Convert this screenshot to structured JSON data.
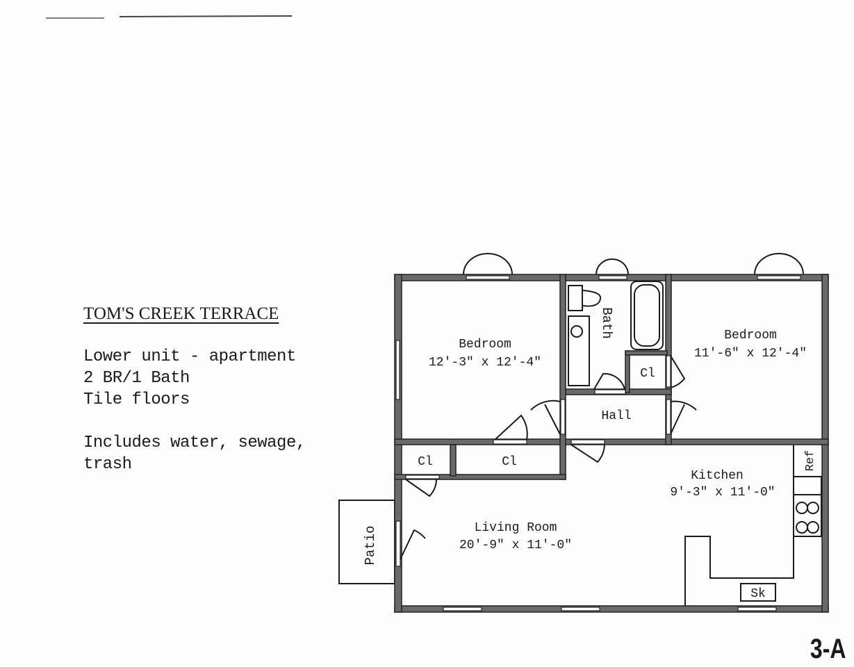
{
  "listing": {
    "title": "TOM'S CREEK TERRACE",
    "lines": [
      "Lower unit - apartment",
      "2 BR/1 Bath",
      "Tile floors"
    ],
    "includes": [
      "Includes water, sewage,",
      "trash"
    ]
  },
  "floor_plan": {
    "bedroom_left": {
      "name": "Bedroom",
      "size": "12'-3\" x 12'-4\""
    },
    "bedroom_right": {
      "name": "Bedroom",
      "size": "11'-6\" x 12'-4\""
    },
    "bath": "Bath",
    "hall": "Hall",
    "closet_label": "Cl",
    "living_room": {
      "name": "Living Room",
      "size": "20'-9\" x 11'-0\""
    },
    "kitchen": {
      "name": "Kitchen",
      "size": "9'-3\" x 11'-0\""
    },
    "refrigerator": "Ref",
    "sink": "Sk",
    "patio": "Patio"
  },
  "page_number": "3-A"
}
